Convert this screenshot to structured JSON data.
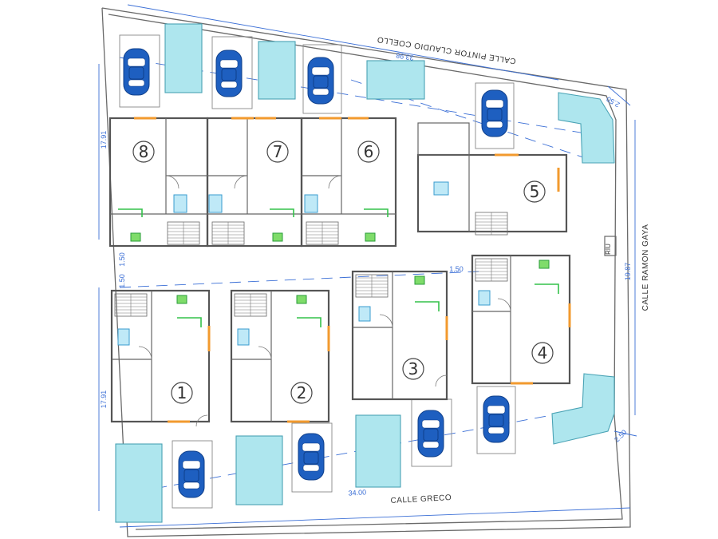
{
  "streets": {
    "north": "CALLE PINTOR CLAUDIO COELLO",
    "south": "CALLE GRECO",
    "east": "CALLE RAMON GAYA"
  },
  "dimensions": {
    "north_length": "33.98",
    "south_length": "34.00",
    "east_length": "19.87",
    "west_upper": "17.91",
    "west_lower": "17.91",
    "west_mid_a": "1.50",
    "west_mid_b": "1.50",
    "mid_corridor": "1.50",
    "ne_corner": "2.50",
    "se_corner": "2.50",
    "riu_label": "RIU"
  },
  "units": [
    {
      "label": "1"
    },
    {
      "label": "2"
    },
    {
      "label": "3"
    },
    {
      "label": "4"
    },
    {
      "label": "5"
    },
    {
      "label": "6"
    },
    {
      "label": "7"
    },
    {
      "label": "8"
    }
  ],
  "colors": {
    "wall": "#555555",
    "pool": "#aee6ee",
    "car": "#1e5fc0",
    "dimension": "#3b6fd6",
    "door_window": "#f29a2e",
    "fixture": "#34c24a"
  }
}
